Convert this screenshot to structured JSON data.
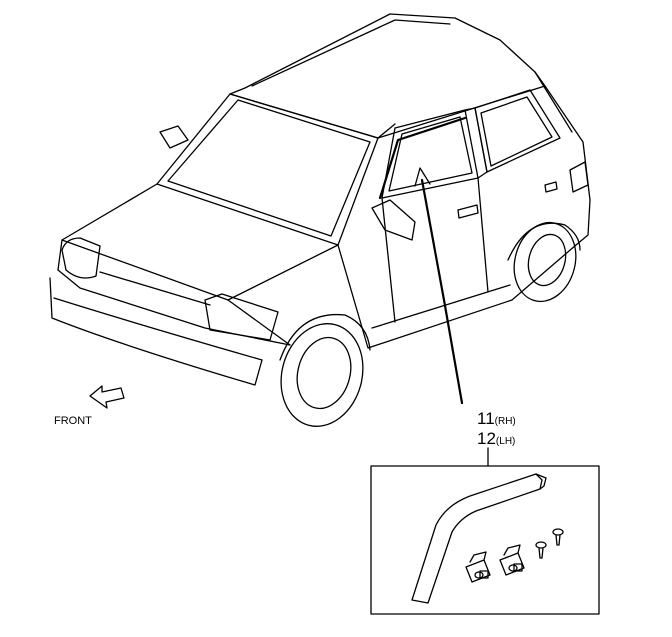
{
  "labels": {
    "front": "FRONT",
    "part_rh": {
      "number": "11",
      "side": "(RH)"
    },
    "part_lh": {
      "number": "12",
      "side": "(LH)"
    }
  },
  "colors": {
    "line": "#000000",
    "background": "#ffffff"
  }
}
